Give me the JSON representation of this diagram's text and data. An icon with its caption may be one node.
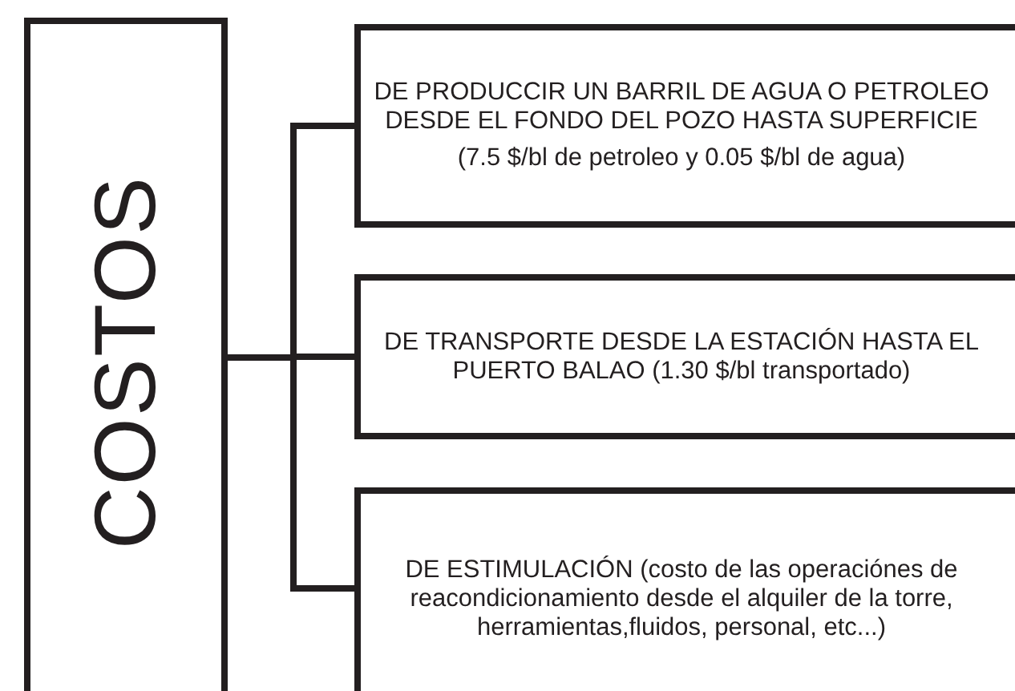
{
  "diagram": {
    "nodes": [
      {
        "text": [
          "COSTOS"
        ]
      },
      {
        "text": [
          "DE PRODUCCIR UN BARRIL DE AGUA O PETROLEO DESDE EL FONDO DEL POZO HASTA SUPERFICIE",
          "(7.5 $/bl de petroleo y 0.05 $/bl de agua)"
        ]
      },
      {
        "text": [
          "DE TRANSPORTE DESDE LA ESTACIÓN HASTA EL PUERTO BALAO (1.30 $/bl transportado)"
        ]
      },
      {
        "text": [
          "DE ESTIMULACIÓN (costo de las operaciónes de reacondicionamiento desde el alquiler de la torre, herramientas,fluidos, personal, etc...)"
        ]
      }
    ],
    "edges": [
      {
        "from": 0,
        "to": 1,
        "arrow": "none"
      },
      {
        "from": 0,
        "to": 2,
        "arrow": "none"
      },
      {
        "from": 0,
        "to": 3,
        "arrow": "none"
      }
    ]
  }
}
